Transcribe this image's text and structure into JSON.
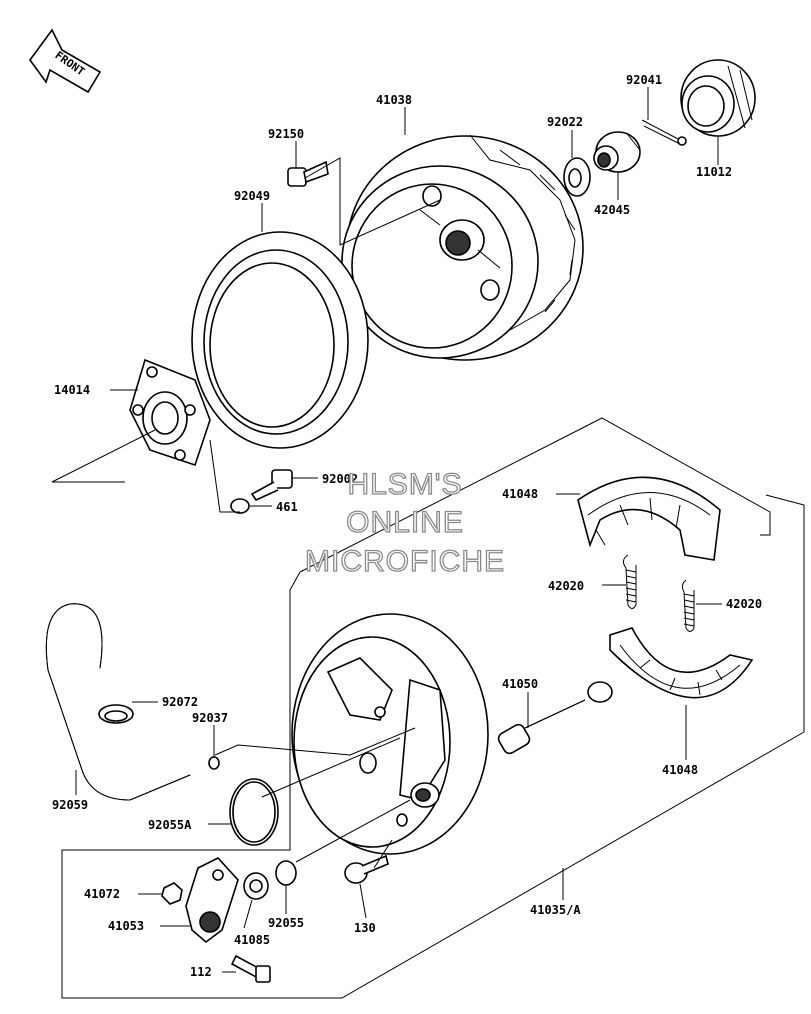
{
  "front_label": "FRONT",
  "watermark": {
    "line1": "HLSM'S",
    "line2": "ONLINE",
    "line3": "MICROFICHE"
  },
  "parts": {
    "p41038": "41038",
    "p92150": "92150",
    "p92049": "92049",
    "p92022": "92022",
    "p92041": "92041",
    "p11012": "11012",
    "p42045": "42045",
    "p14014": "14014",
    "p92002": "92002",
    "p461": "461",
    "p41048a": "41048",
    "p42020a": "42020",
    "p42020b": "42020",
    "p41050": "41050",
    "p41048b": "41048",
    "p92072": "92072",
    "p92037": "92037",
    "p92059": "92059",
    "p92055A": "92055A",
    "p41072": "41072",
    "p41053": "41053",
    "p41085": "41085",
    "p92055": "92055",
    "p130": "130",
    "p41035A": "41035/A",
    "p112": "112"
  }
}
